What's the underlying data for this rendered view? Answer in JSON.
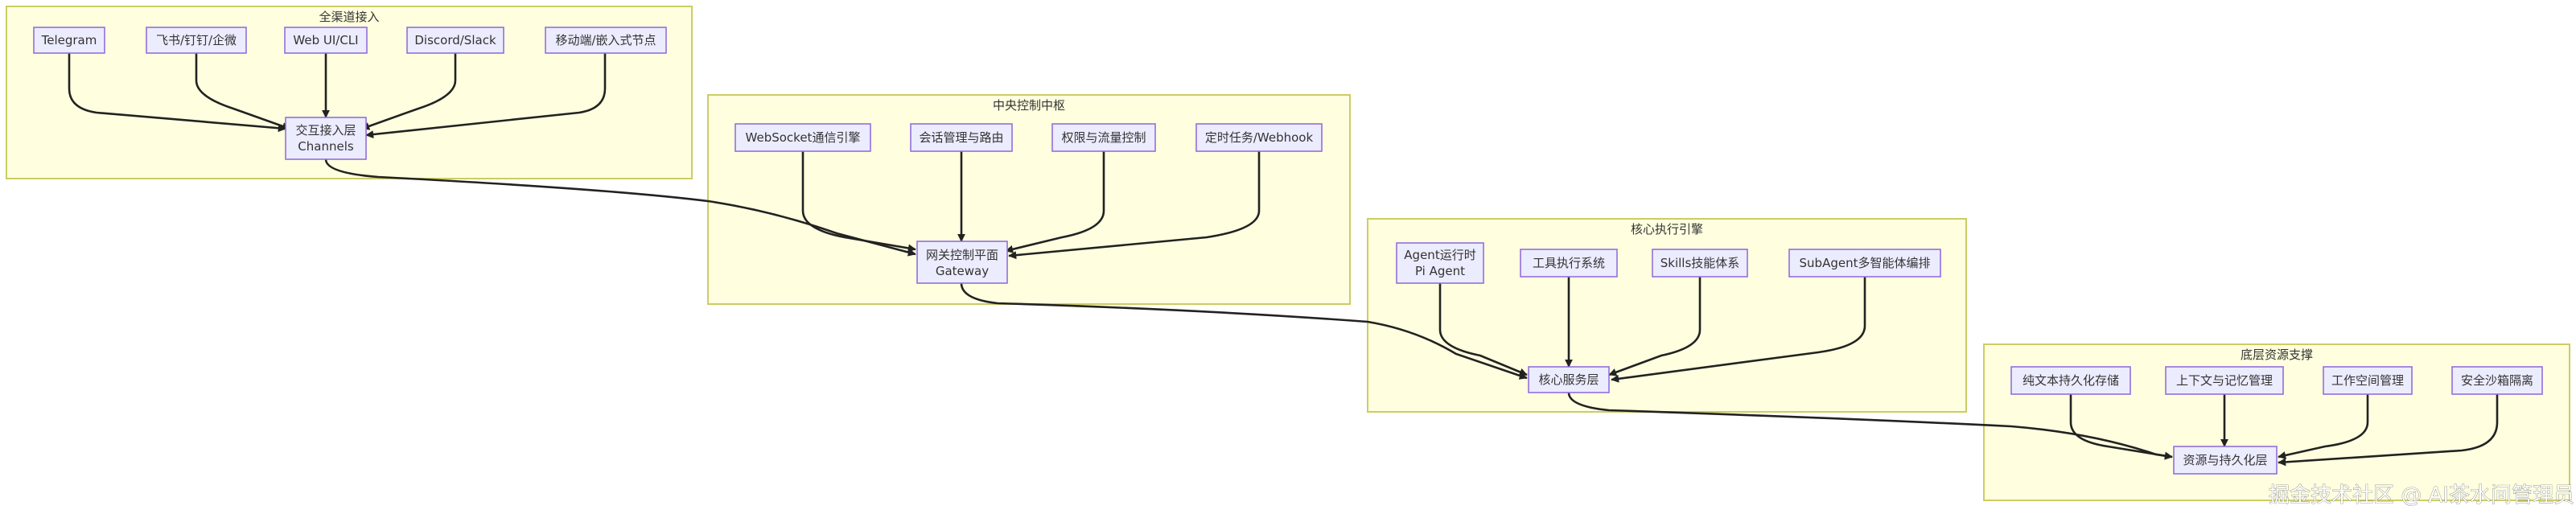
{
  "groups": {
    "channels_group": "全渠道接入",
    "gateway_group": "中央控制中枢",
    "engine_group": "核心执行引擎",
    "resource_group": "底层资源支撑"
  },
  "nodes": {
    "telegram": "Telegram",
    "feishu": "飞书/钉钉/企微",
    "webui": "Web UI/CLI",
    "discord": "Discord/Slack",
    "mobile": "移动端/嵌入式节点",
    "channels_line1": "交互接入层",
    "channels_line2": "Channels",
    "websocket": "WebSocket通信引擎",
    "session": "会话管理与路由",
    "permission": "权限与流量控制",
    "cron": "定时任务/Webhook",
    "gateway_line1": "网关控制平面",
    "gateway_line2": "Gateway",
    "agent_line1": "Agent运行时",
    "agent_line2": "Pi Agent",
    "tools": "工具执行系统",
    "skills": "Skills技能体系",
    "subagent": "SubAgent多智能体编排",
    "core": "核心服务层",
    "storage": "纯文本持久化存储",
    "context": "上下文与记忆管理",
    "workspace": "工作空间管理",
    "sandbox": "安全沙箱隔离",
    "resource": "资源与持久化层"
  },
  "watermark": "掘金技术社区 @ AI茶水间管理员"
}
